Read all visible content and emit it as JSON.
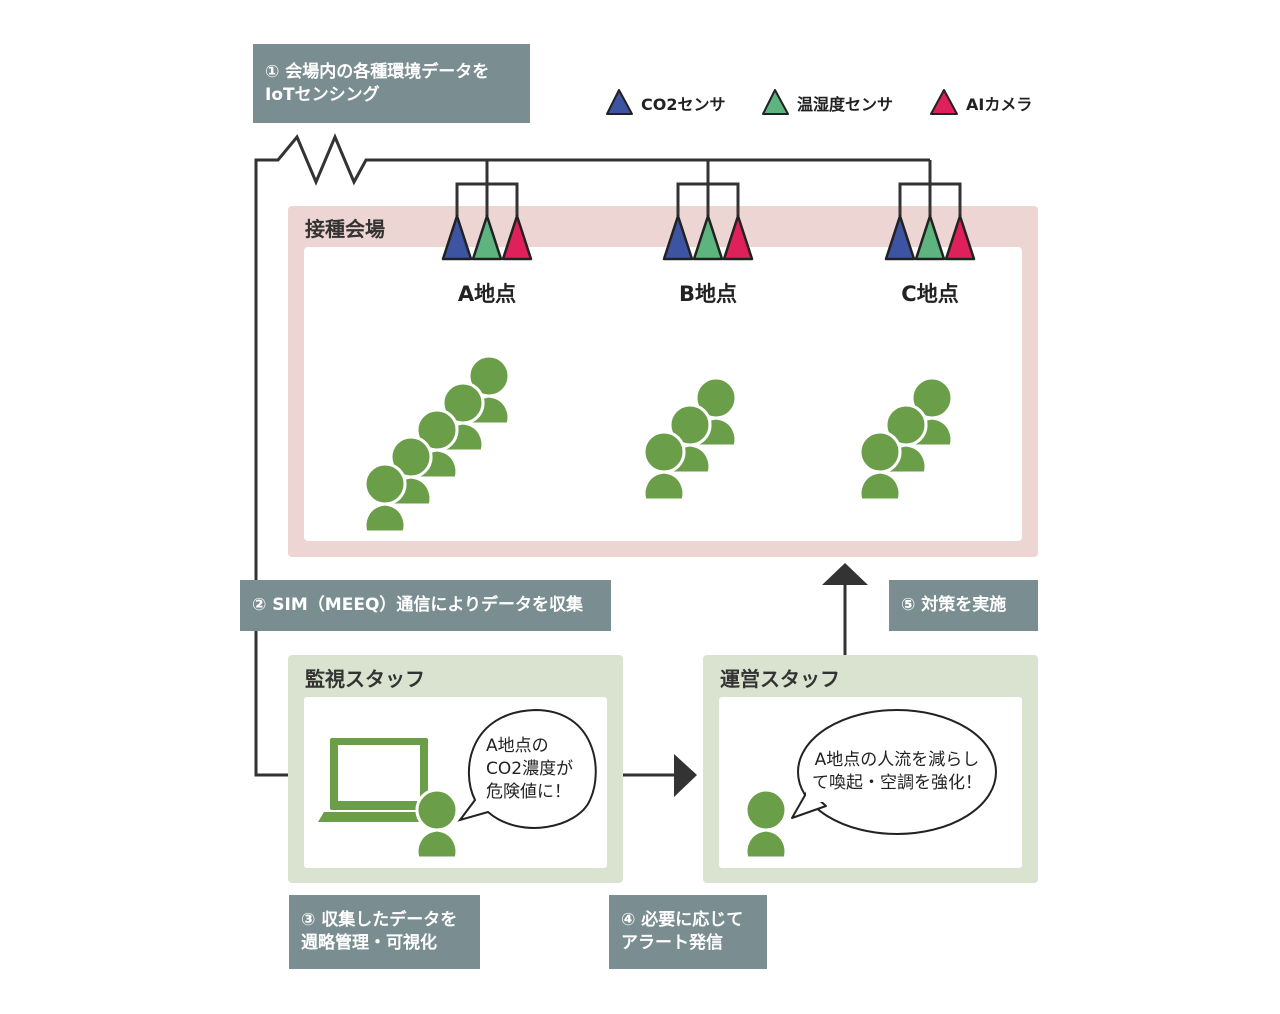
{
  "legend": {
    "co2": {
      "label": "CO2センサ",
      "color": "#3d54a3"
    },
    "temp_humidity": {
      "label": "温湿度センサ",
      "color": "#5db47f"
    },
    "ai_camera": {
      "label": "AIカメラ",
      "color": "#e0205a"
    }
  },
  "steps": {
    "step1": {
      "line1": "① 会場内の各種環境データを",
      "line2": "IoTセンシング"
    },
    "step2": {
      "text": "② SIM（MEEQ）通信によりデータを収集"
    },
    "step3": {
      "line1": "③ 収集したデータを",
      "line2": "週略管理・可視化"
    },
    "step4": {
      "line1": "④ 必要に応じて",
      "line2": "アラート発信"
    },
    "step5": {
      "text": "⑤ 対策を実施"
    }
  },
  "venue": {
    "title": "接種会場",
    "points": [
      {
        "label": "A地点",
        "people": 5
      },
      {
        "label": "B地点",
        "people": 3
      },
      {
        "label": "C地点",
        "people": 3
      }
    ]
  },
  "monitor": {
    "title": "監視スタッフ",
    "bubble": {
      "line1": "A地点の",
      "line2": "CO2濃度が",
      "line3": "危険値に！"
    }
  },
  "operations": {
    "title": "運営スタッフ",
    "bubble": {
      "line1": "A地点の人流を減らし",
      "line2": "て喚起・空調を強化！"
    }
  },
  "colors": {
    "label_bg": "#7a8d90",
    "venue_bg": "#ecd5d3",
    "staff_bg": "#dae3cf",
    "person": "#6b9e49",
    "line": "#333333"
  }
}
